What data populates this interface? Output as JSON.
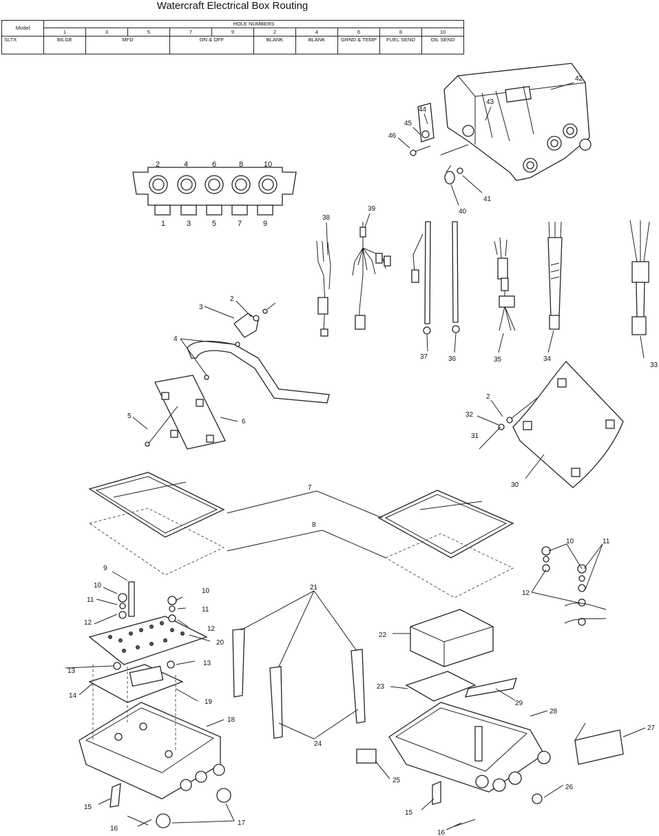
{
  "title": "Watercraft Electrical Box Routing",
  "table": {
    "model_header": "Model",
    "hole_numbers_header": "HOLE NUMBERS",
    "hole_columns": [
      "1",
      "3",
      "5",
      "7",
      "9",
      "2",
      "4",
      "6",
      "8",
      "10"
    ],
    "row": {
      "model": "SLTX",
      "values": [
        "BILGE",
        "MFD",
        "ON & OFF",
        "BLANK",
        "BLANK",
        "GRND & TEMP",
        "FUEL SEND",
        "OIL SEND"
      ]
    }
  },
  "hole_diagram": {
    "top_numbers": [
      "2",
      "4",
      "6",
      "8",
      "10"
    ],
    "bottom_numbers": [
      "1",
      "3",
      "5",
      "7",
      "9"
    ]
  },
  "callouts": [
    "42",
    "44",
    "43",
    "45",
    "46",
    "41",
    "40",
    "38",
    "39",
    "37",
    "36",
    "35",
    "34",
    "33",
    "2",
    "3",
    "4",
    "5",
    "6",
    "2",
    "32",
    "31",
    "30",
    "7",
    "8",
    "9",
    "10",
    "11",
    "12",
    "20",
    "13",
    "14",
    "19",
    "18",
    "15",
    "16",
    "17",
    "21",
    "24",
    "22",
    "23",
    "29",
    "28",
    "27",
    "25",
    "26",
    "15",
    "16",
    "10",
    "11",
    "12",
    "13",
    "11",
    "10",
    "12"
  ]
}
